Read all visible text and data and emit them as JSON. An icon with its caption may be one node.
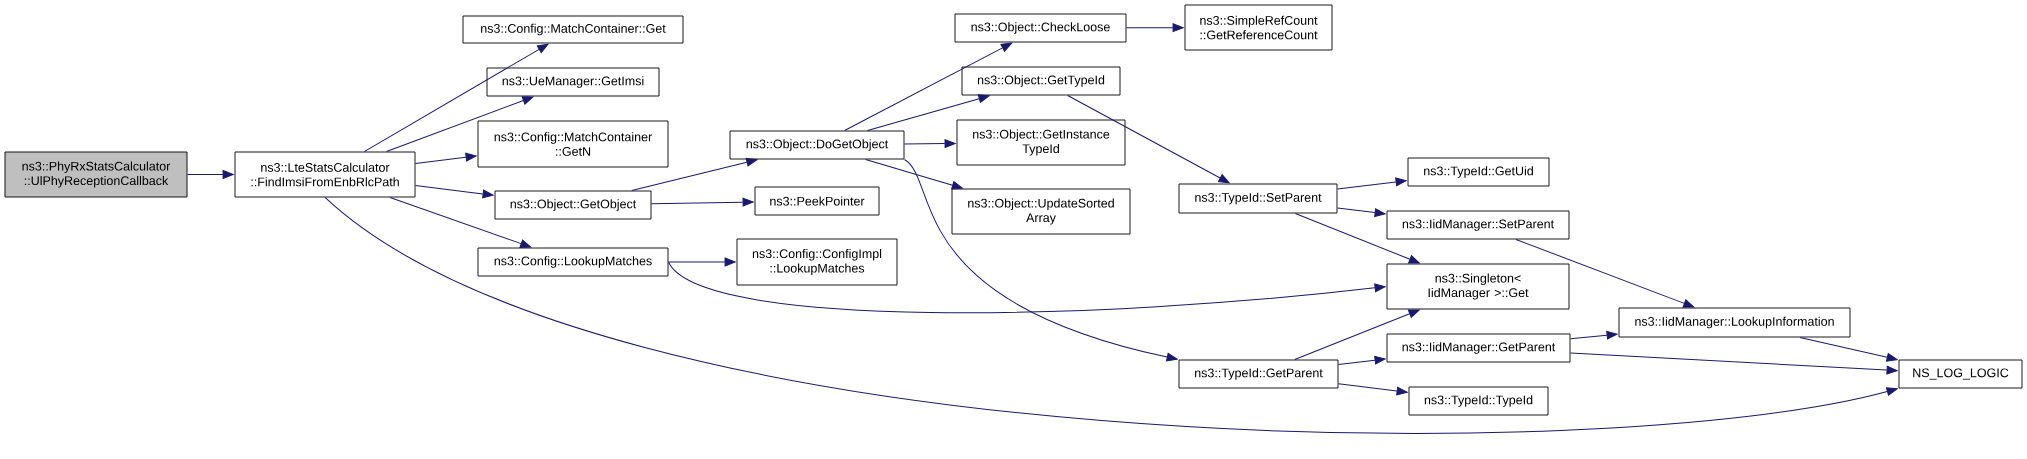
{
  "diagram": {
    "nodes": [
      {
        "text": [
          "ns3::PhyRxStatsCalculator ::UlPhyReceptionCallback"
        ]
      },
      {
        "text": [
          "ns3::LteStatsCalculator ::FindImsiFromEnbRlcPath"
        ]
      },
      {
        "text": [
          "ns3::Config::MatchContainer::Get"
        ]
      },
      {
        "text": [
          "ns3::UeManager::GetImsi"
        ]
      },
      {
        "text": [
          "ns3::Config::MatchContainer ::GetN"
        ]
      },
      {
        "text": [
          "ns3::Object::GetObject"
        ]
      },
      {
        "text": [
          "ns3::Config::LookupMatches"
        ]
      },
      {
        "text": [
          "ns3::Object::DoGetObject"
        ]
      },
      {
        "text": [
          "ns3::PeekPointer"
        ]
      },
      {
        "text": [
          "ns3::Config::ConfigImpl ::LookupMatches"
        ]
      },
      {
        "text": [
          "ns3::Object::CheckLoose"
        ]
      },
      {
        "text": [
          "ns3::Object::GetTypeId"
        ]
      },
      {
        "text": [
          "ns3::Object::GetInstance TypeId"
        ]
      },
      {
        "text": [
          "ns3::Object::UpdateSorted Array"
        ]
      },
      {
        "text": [
          "ns3::SimpleRefCount ::GetReferenceCount"
        ]
      },
      {
        "text": [
          "ns3::TypeId::SetParent"
        ]
      },
      {
        "text": [
          "ns3::TypeId::GetParent"
        ]
      },
      {
        "text": [
          "ns3::TypeId::GetUid"
        ]
      },
      {
        "text": [
          "ns3::IidManager::SetParent"
        ]
      },
      {
        "text": [
          "ns3::Singleton< IidManager >::Get"
        ]
      },
      {
        "text": [
          "ns3::IidManager::GetParent"
        ]
      },
      {
        "text": [
          "ns3::TypeId::TypeId"
        ]
      },
      {
        "text": [
          "ns3::IidManager::LookupInformation"
        ]
      },
      {
        "text": [
          "NS_LOG_LOGIC"
        ]
      }
    ],
    "edges": [
      {
        "from": 0,
        "to": 1,
        "arrow": "to"
      },
      {
        "from": 1,
        "to": 2,
        "arrow": "to"
      },
      {
        "from": 1,
        "to": 3,
        "arrow": "to"
      },
      {
        "from": 1,
        "to": 4,
        "arrow": "to"
      },
      {
        "from": 1,
        "to": 5,
        "arrow": "to"
      },
      {
        "from": 1,
        "to": 6,
        "arrow": "to"
      },
      {
        "from": 1,
        "to": 23,
        "arrow": "to"
      },
      {
        "from": 5,
        "to": 7,
        "arrow": "to"
      },
      {
        "from": 5,
        "to": 8,
        "arrow": "to"
      },
      {
        "from": 6,
        "to": 9,
        "arrow": "to"
      },
      {
        "from": 6,
        "to": 19,
        "arrow": "to"
      },
      {
        "from": 7,
        "to": 10,
        "arrow": "to"
      },
      {
        "from": 7,
        "to": 11,
        "arrow": "to"
      },
      {
        "from": 7,
        "to": 12,
        "arrow": "to"
      },
      {
        "from": 7,
        "to": 13,
        "arrow": "to"
      },
      {
        "from": 7,
        "to": 16,
        "arrow": "to"
      },
      {
        "from": 10,
        "to": 14,
        "arrow": "to"
      },
      {
        "from": 11,
        "to": 15,
        "arrow": "to"
      },
      {
        "from": 15,
        "to": 17,
        "arrow": "to"
      },
      {
        "from": 15,
        "to": 18,
        "arrow": "to"
      },
      {
        "from": 15,
        "to": 19,
        "arrow": "to"
      },
      {
        "from": 16,
        "to": 19,
        "arrow": "to"
      },
      {
        "from": 16,
        "to": 20,
        "arrow": "to"
      },
      {
        "from": 16,
        "to": 21,
        "arrow": "to"
      },
      {
        "from": 18,
        "to": 22,
        "arrow": "to"
      },
      {
        "from": 20,
        "to": 22,
        "arrow": "to"
      },
      {
        "from": 20,
        "to": 23,
        "arrow": "to"
      },
      {
        "from": 22,
        "to": 23,
        "arrow": "to"
      }
    ]
  }
}
